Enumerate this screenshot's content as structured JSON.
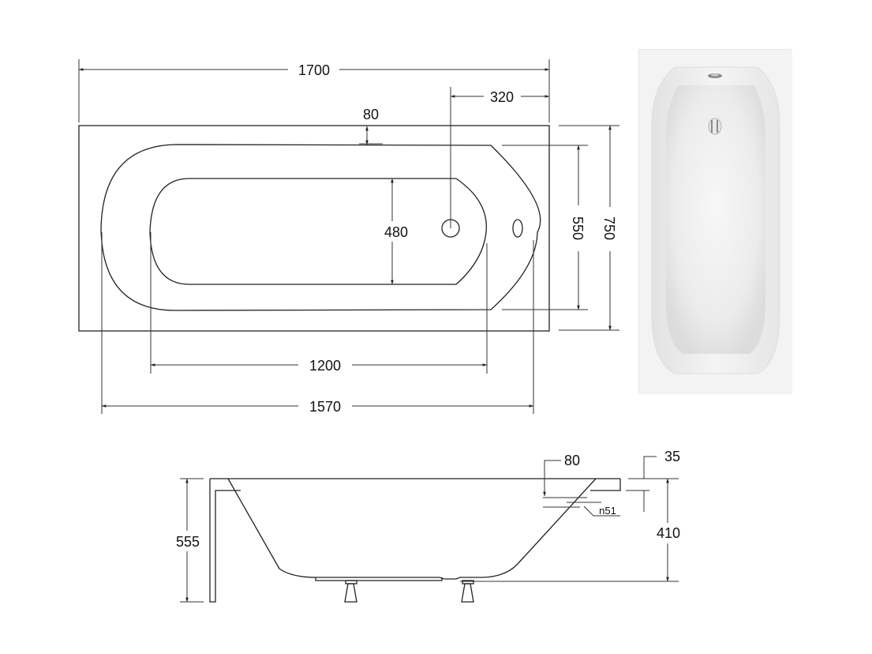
{
  "top_view": {
    "overall_length": "1700",
    "waste_offset": "320",
    "rim_width": "80",
    "inner_bottom_width": "480",
    "inner_width": "550",
    "overall_width": "750",
    "inner_bottom_length": "1200",
    "inner_length": "1570"
  },
  "side_view": {
    "overflow_depth": "80",
    "rim_thickness": "35",
    "overflow_diameter": "n51",
    "total_height": "555",
    "tub_depth": "410"
  },
  "photo": {
    "description": "Top-down product photo of white rectangular bathtub with chrome overflow and drain",
    "colors": {
      "surface": "#f2f2f2",
      "basin": "#e9e9e9",
      "chrome": "#8a8a8a"
    }
  },
  "colors": {
    "line": "#222222",
    "background": "#ffffff"
  }
}
